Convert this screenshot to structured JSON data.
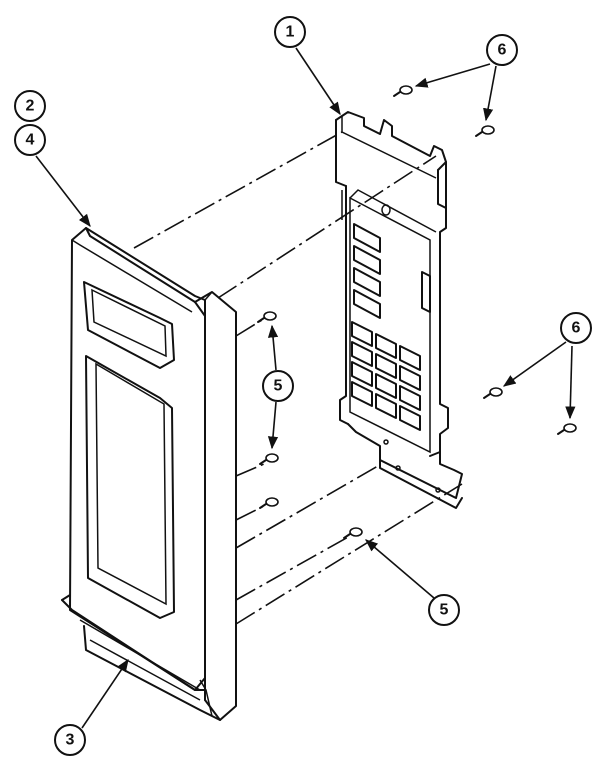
{
  "callouts": [
    {
      "id": "1",
      "label": "1"
    },
    {
      "id": "2",
      "label": "2"
    },
    {
      "id": "4",
      "label": "4"
    },
    {
      "id": "6a",
      "label": "6"
    },
    {
      "id": "5a",
      "label": "5"
    },
    {
      "id": "6b",
      "label": "6"
    },
    {
      "id": "5b",
      "label": "5"
    },
    {
      "id": "3",
      "label": "3"
    }
  ]
}
